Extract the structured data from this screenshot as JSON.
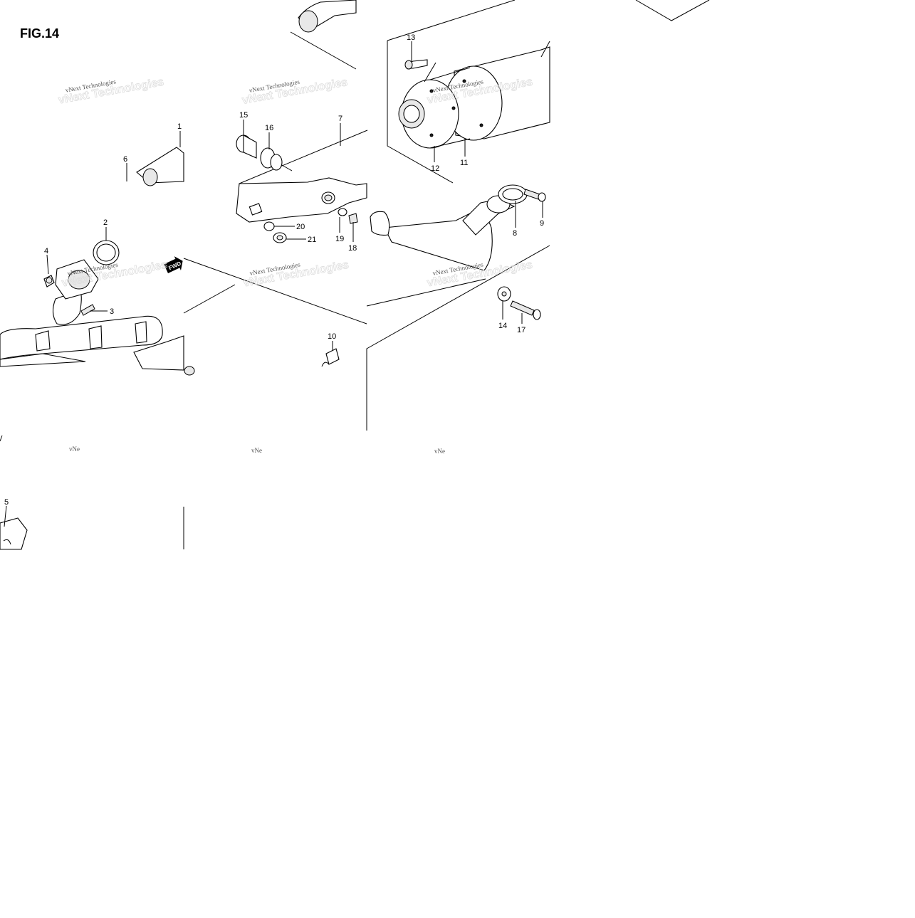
{
  "figure": {
    "title": "FIG.14",
    "fwd_badge": "FWD",
    "watermark_text": "vNext Technologies",
    "watermark_truncated": "vNe",
    "callouts": [
      "1",
      "2",
      "3",
      "4",
      "5",
      "6",
      "7",
      "8",
      "9",
      "10",
      "11",
      "12",
      "13",
      "14",
      "15",
      "16",
      "17",
      "18",
      "19",
      "20",
      "21"
    ]
  }
}
